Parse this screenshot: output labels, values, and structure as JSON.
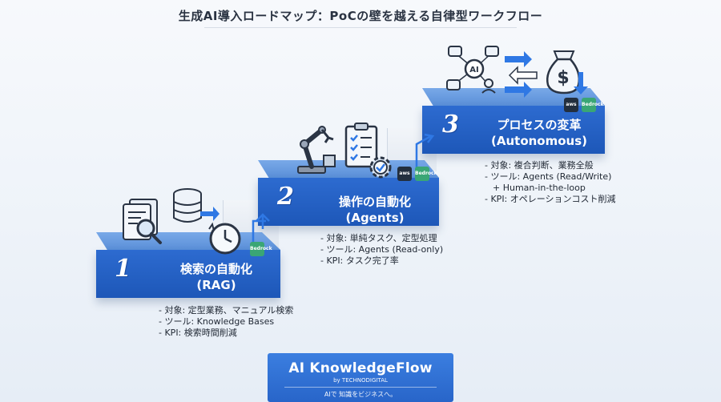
{
  "title": "生成AI導入ロードマップ：PoCの壁を越える自律型ワークフロー",
  "steps": [
    {
      "number": "1",
      "label_line1": "検索の自動化",
      "label_line2": "(RAG)",
      "notes": [
        "- 対象: 定型業務、マニュアル検索",
        "- ツール: Knowledge Bases",
        "- KPI: 検索時間削減"
      ]
    },
    {
      "number": "2",
      "label_line1": "操作の自動化",
      "label_line2": "(Agents)",
      "notes": [
        "- 対象: 単純タスク、定型処理",
        "- ツール: Agents (Read-only)",
        "- KPI: タスク完了率"
      ]
    },
    {
      "number": "3",
      "label_line1": "プロセスの変革",
      "label_line2": "(Autonomous)",
      "notes": [
        "- 対象: 複合判断、業務全般",
        "- ツール: Agents (Read/Write)",
        "+ Human-in-the-loop",
        "- KPI: オペレーションコスト削減"
      ]
    }
  ],
  "badges": {
    "aws": "aws",
    "bedrock": "Bedrock"
  },
  "icon_text": {
    "ai": "AI"
  },
  "logo": {
    "name": "AI KnowledgeFlow",
    "by": "by TECHNODIGITAL",
    "tagline": "AIで 知識をビジネスへ。"
  },
  "colors": {
    "step_front": "#2d6bd0",
    "step_top": "#79a9e8",
    "accent": "#2f78e4",
    "logo_bg": "#2f72d6"
  }
}
